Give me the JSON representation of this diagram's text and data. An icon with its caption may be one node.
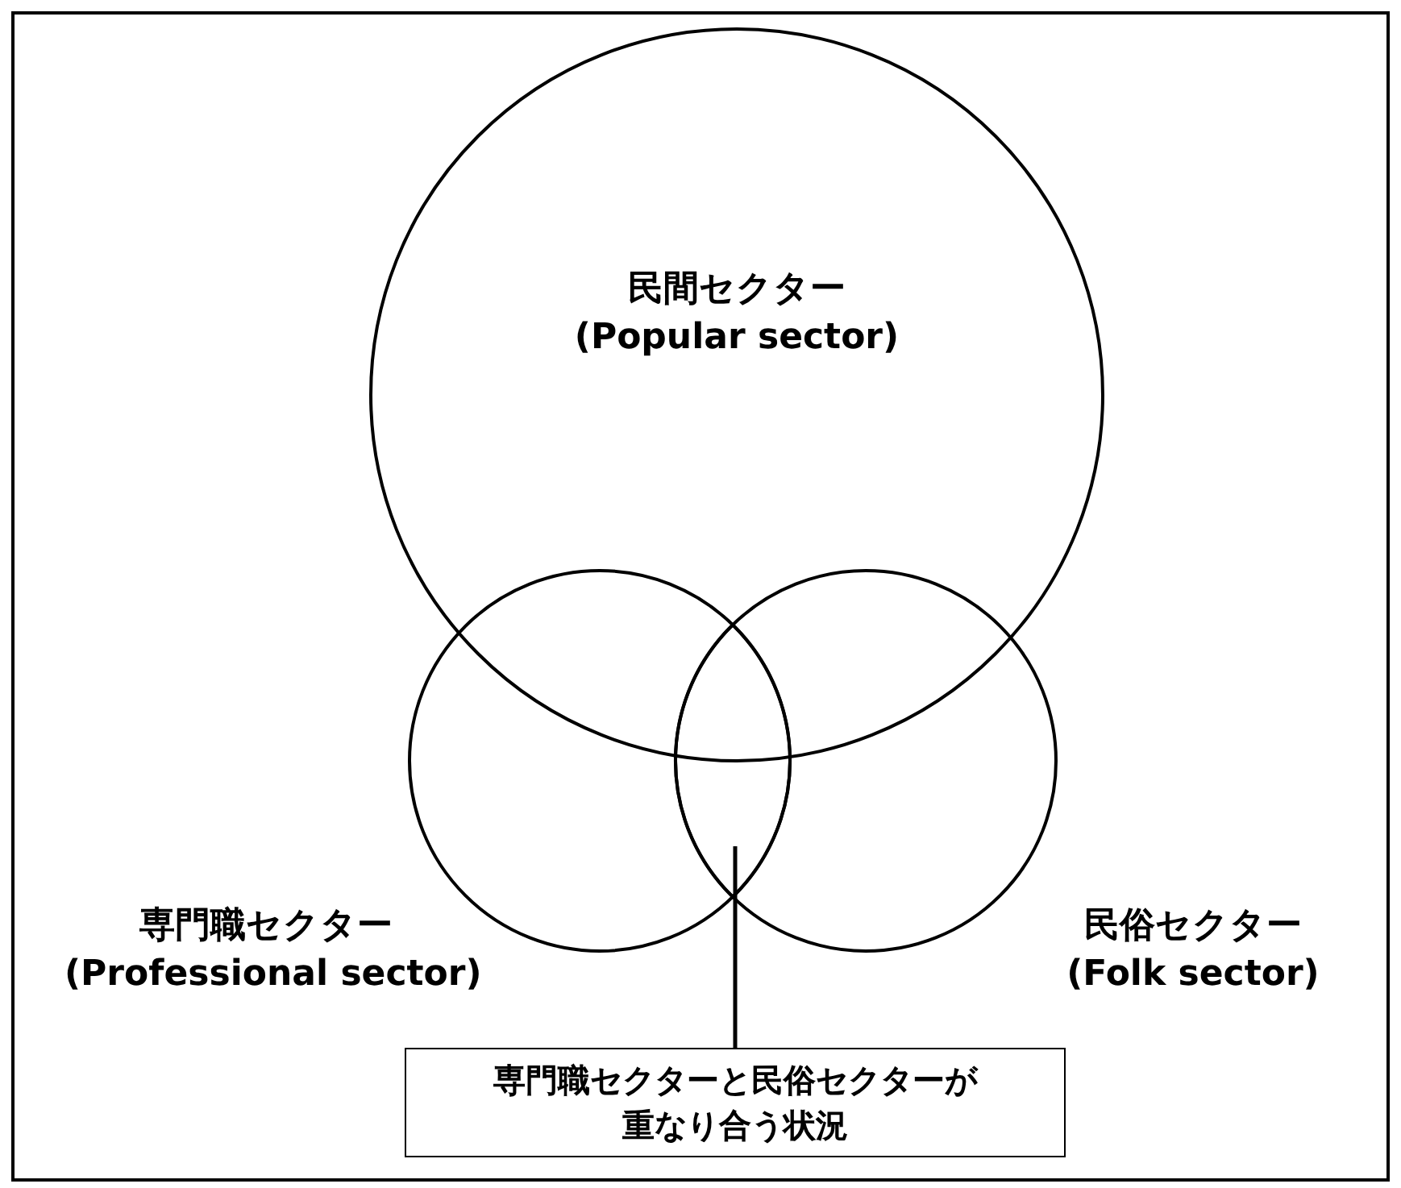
{
  "diagram": {
    "nodes": [
      {
        "text": [
          "民間セクター (Popular sector)"
        ]
      },
      {
        "text": [
          "専門職セクター (Professional sector)"
        ]
      },
      {
        "text": [
          "民俗セクター (Folk sector)"
        ]
      },
      {
        "text": [],
        "shape": "lens"
      },
      {
        "text": [
          "専門職セクターと民俗セクターが重なり合う状況"
        ]
      }
    ],
    "edges": [
      {
        "from": 4,
        "to": 3,
        "arrow": "none"
      }
    ]
  }
}
